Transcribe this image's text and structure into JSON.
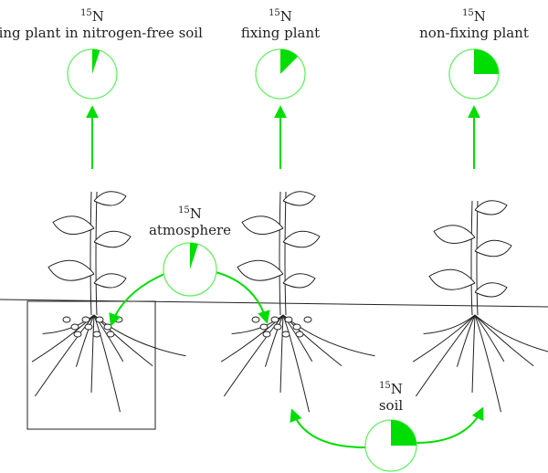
{
  "isotope": {
    "mass": "15",
    "element": "N"
  },
  "labels": {
    "left": "fixing plant in nitrogen-free soil",
    "middle": "fixing plant",
    "right": "non-fixing plant",
    "atmosphere": "atmosphere",
    "soil": "soil"
  },
  "pies": {
    "left": 0.05,
    "middle": 0.125,
    "right": 0.25,
    "atmosphere": 0.05,
    "soil": 0.25
  },
  "colors": {
    "green": "#00dd00",
    "pieOutline": "#66ee66",
    "line": "#222222"
  }
}
